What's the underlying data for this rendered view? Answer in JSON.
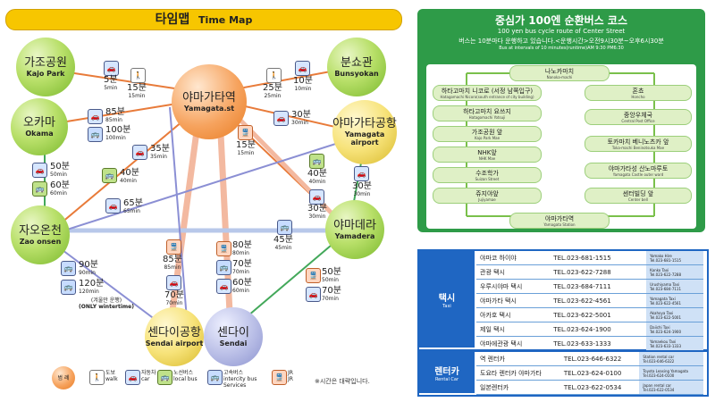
{
  "title": {
    "ko": "타임맵",
    "en": "Time Map"
  },
  "nodes": {
    "kajo": {
      "ko": "가조공원",
      "en": "Kajo Park"
    },
    "bunsyo": {
      "ko": "분쇼관",
      "en": "Bunsyokan"
    },
    "yamagata_st": {
      "ko": "야마가타역",
      "en": "Yamagata.st"
    },
    "okama": {
      "ko": "오카마",
      "en": "Okama"
    },
    "airport": {
      "ko": "야마가타공항",
      "en": "Yamagata airport"
    },
    "zao": {
      "ko": "자오온천",
      "en": "Zao onsen"
    },
    "yamadera": {
      "ko": "야마데라",
      "en": "Yamadera"
    },
    "sendai_air": {
      "ko": "센다이공항",
      "en": "Sendai airport"
    },
    "sendai": {
      "ko": "센다이",
      "en": "Sendai"
    }
  },
  "times": {
    "t5": {
      "big": "5분",
      "small": "5min"
    },
    "t15a": {
      "big": "15분",
      "small": "15min"
    },
    "t25": {
      "big": "25분",
      "small": "25min"
    },
    "t10": {
      "big": "10분",
      "small": "10min"
    },
    "t85a": {
      "big": "85분",
      "small": "85min"
    },
    "t100": {
      "big": "100분",
      "small": "100min"
    },
    "t35": {
      "big": "35분",
      "small": "35min"
    },
    "t15b": {
      "big": "15분",
      "small": "15min"
    },
    "t30a": {
      "big": "30분",
      "small": "30min"
    },
    "t50": {
      "big": "50분",
      "small": "50min"
    },
    "t60a": {
      "big": "60분",
      "small": "60min"
    },
    "t40a": {
      "big": "40분",
      "small": "40min"
    },
    "t65": {
      "big": "65분",
      "small": "65min"
    },
    "t40b": {
      "big": "40분",
      "small": "40min"
    },
    "t30b": {
      "big": "30분",
      "small": "30min"
    },
    "t30c": {
      "big": "30분",
      "small": "30min"
    },
    "t45": {
      "big": "45분",
      "small": "45min"
    },
    "t85b": {
      "big": "85분",
      "small": "85min"
    },
    "t70a": {
      "big": "70분",
      "small": "70min"
    },
    "t80": {
      "big": "80분",
      "small": "80min"
    },
    "t70b": {
      "big": "70분",
      "small": "70min"
    },
    "t60b": {
      "big": "60분",
      "small": "60min"
    },
    "t90": {
      "big": "90분",
      "small": "90min"
    },
    "t120": {
      "big": "120분",
      "small": "120min"
    },
    "t50b": {
      "big": "50분",
      "small": "50min"
    },
    "t70c": {
      "big": "70분",
      "small": "70min"
    }
  },
  "winter_note": {
    "ko": "(겨울만 운행)",
    "en": "(ONLY wintertime)"
  },
  "legend": {
    "label": "범 례",
    "walk": {
      "ko": "도보",
      "en": "walk"
    },
    "car": {
      "ko": "자동차",
      "en": "car"
    },
    "bus": {
      "ko": "노선버스",
      "en": "local bus"
    },
    "ibus": {
      "ko": "고속버스",
      "en": "intercity bus Services"
    },
    "jr": {
      "ko": "JR",
      "en": "JR"
    },
    "note": "※시간은 대략입니다."
  },
  "cycle": {
    "title": "중심가 100엔 순환버스 코스",
    "subtitle": "100 yen bus cycle route of Center Street",
    "hours_ko": "버스는 10분마다 운행하고 있습니다.<운행시간>오전9시30분~오후6시30분",
    "hours_en": "Bus at intervals of 10 minutes(runtime)AM 9:30 PM6:30",
    "top": {
      "k": "나노카마치",
      "e": "Nanoka-machi"
    },
    "bottom": {
      "k": "야마가타역",
      "e": "Yamagata Station"
    },
    "left": [
      {
        "k": "하타고마치 니코로 (서정 남쪽입구)",
        "e": "Hatagomachi Nicoro(south entrance of city building)"
      },
      {
        "k": "하타고마치 요쓰지",
        "e": "Hatagomachi Yotsuji"
      },
      {
        "k": "가조공원 앞",
        "e": "Kajo Park Mae"
      },
      {
        "k": "NHK앞",
        "e": "NHK Mae"
      },
      {
        "k": "수조학가",
        "e": "Suizan Street"
      },
      {
        "k": "쥬지야앞",
        "e": "Jujiyamae"
      }
    ],
    "right": [
      {
        "k": "혼쵸",
        "e": "Honcho"
      },
      {
        "k": "중앙우체국",
        "e": "Central Post Office"
      },
      {
        "k": "토카마치 베니노츠카 앞",
        "e": "Toka-machi Beninotsuka Mae"
      },
      {
        "k": "야마가타성 산노마루토",
        "e": "Yamagata Castle outer ward"
      },
      {
        "k": "센터빌딩 앞",
        "e": "Center bell"
      }
    ]
  },
  "taxi": {
    "label_ko": "택시",
    "label_en": "Taxi",
    "rows": [
      {
        "name": "야마코 하이야",
        "tel": "TEL.023-681-1515",
        "en1": "Yamako Hire",
        "en2": "Tel.023-681-1515"
      },
      {
        "name": "관광 택시",
        "tel": "TEL.023-622-7288",
        "en1": "Kanko Taxi",
        "en2": "Tel.023-622-7288"
      },
      {
        "name": "우루시야마 택시",
        "tel": "TEL.023-684-7111",
        "en1": "Urushiyama Taxi",
        "en2": "Tel.023-684-7111"
      },
      {
        "name": "야마가타 택시",
        "tel": "TEL.023-622-4561",
        "en1": "Yamagata Taxi",
        "en2": "Tel.023-622-4561"
      },
      {
        "name": "아카호 택시",
        "tel": "TEL.023-622-5001",
        "en1": "Akahoya Taxi",
        "en2": "Tel.023-622-5001"
      },
      {
        "name": "제일 택시",
        "tel": "TEL.023-624-1900",
        "en1": "Daiichi Taxi",
        "en2": "Tel.023-624-1900"
      },
      {
        "name": "야마에관광 택시",
        "tel": "TEL.023-633-1333",
        "en1": "Yamaekou Taxi",
        "en2": "Tel.023-633-1333"
      }
    ]
  },
  "rental": {
    "label_ko": "렌터카",
    "label_en": "Rental Car",
    "rows": [
      {
        "name": "역 렌터카",
        "tel": "TEL.023-646-6322",
        "en1": "Station rental car",
        "en2": "Tel.023-646-6322"
      },
      {
        "name": "도요타 렌터카 야마가타",
        "tel": "TEL.023-624-0100",
        "en1": "Toyota Leasing Yamagata",
        "en2": "Tel.023-624-0100"
      },
      {
        "name": "일본렌터카",
        "tel": "TEL.023-622-0534",
        "en1": "Japan rental car",
        "en2": "Tel.023-622-0534"
      }
    ]
  },
  "colors": {
    "title_bg": "#f7c600",
    "panel_green": "#2e9b48",
    "table_blue": "#1f66c2"
  }
}
